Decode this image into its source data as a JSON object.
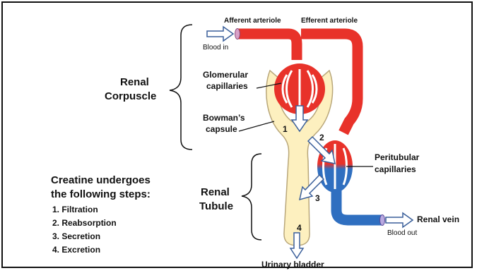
{
  "labels": {
    "afferent": "Afferent arteriole",
    "efferent": "Efferent arteriole",
    "blood_in": "Blood in",
    "renal_corpuscle_1": "Renal",
    "renal_corpuscle_2": "Corpuscle",
    "glomerular_1": "Glomerular",
    "glomerular_2": "capillaries",
    "bowmans_1": "Bowman’s",
    "bowmans_2": "capsule",
    "peritubular_1": "Peritubular",
    "peritubular_2": "capillaries",
    "renal_tubule_1": "Renal",
    "renal_tubule_2": "Tubule",
    "renal_vein": "Renal vein",
    "blood_out": "Blood out",
    "urinary_bladder": "Urinary bladder"
  },
  "step_numbers": [
    "1",
    "2",
    "3",
    "4"
  ],
  "steps_title_1": "Creatine undergoes",
  "steps_title_2": "the following steps:",
  "steps": [
    "1.  Filtration",
    "2.  Reabsorption",
    "3.  Secretion",
    "4.  Excretion"
  ],
  "colors": {
    "arterial": "#e8322a",
    "venous": "#2f6fc0",
    "tubule_fill": "#fdf0bf",
    "tubule_stroke": "#b9a77a",
    "arrow_stroke": "#3a5f9a"
  }
}
